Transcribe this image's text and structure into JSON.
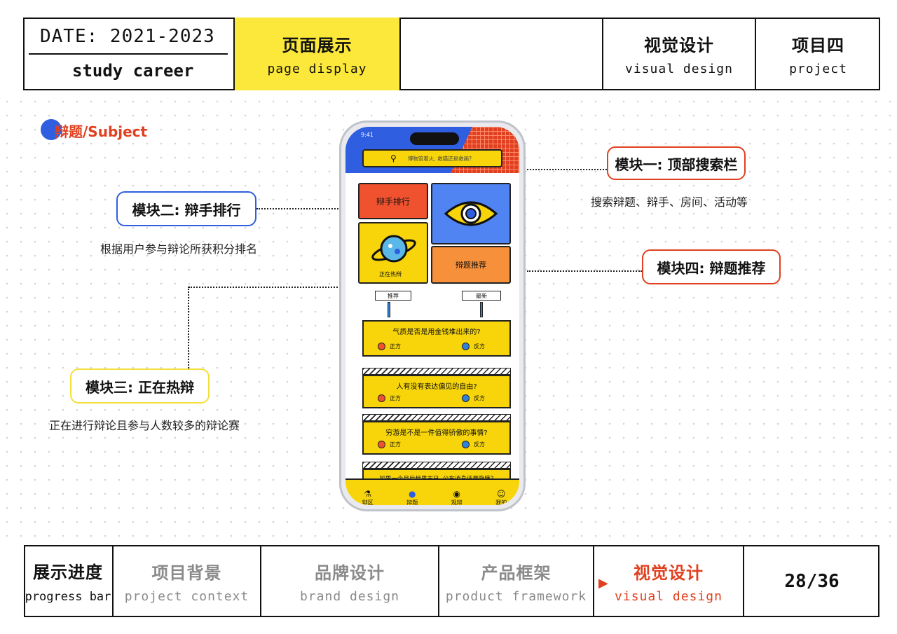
{
  "header": {
    "date": "DATE: 2021-2023",
    "study": "study career",
    "page_cn": "页面展示",
    "page_en": "page display",
    "visual_cn": "视觉设计",
    "visual_en": "visual design",
    "project_cn": "项目四",
    "project_en": "project"
  },
  "section": {
    "title": "辩题/Subject"
  },
  "callouts": {
    "module1": {
      "label": "模块一: 顶部搜索栏",
      "desc": "搜索辩题、辩手、房间、活动等"
    },
    "module2": {
      "label": "模块二: 辩手排行",
      "desc": "根据用户参与辩论所获积分排名"
    },
    "module3": {
      "label": "模块三: 正在热辩",
      "desc": "正在进行辩论且参与人数较多的辩论赛"
    },
    "module4": {
      "label": "模块四: 辩题推荐",
      "desc": ""
    }
  },
  "phone": {
    "time": "9:41",
    "search_placeholder": "博物馆着火, 救猫还是救画?",
    "rank_label": "辩手排行",
    "hot_label": "正在热辩",
    "recommend_label": "辩题推荐",
    "sign_recommend": "推荐",
    "sign_latest": "最新",
    "questions": [
      {
        "title": "气质是否是用金钱堆出来的?",
        "pro": "正方",
        "con": "反方"
      },
      {
        "title": "人有没有表达偏见的自由?",
        "pro": "正方",
        "con": "反方"
      },
      {
        "title": "穷游是不是一件值得骄傲的事情?",
        "pro": "正方",
        "con": "反方"
      },
      {
        "title": "如果一个月后世界末日, 公布消息还是隐瞒?"
      }
    ],
    "nav": [
      "辩区",
      "辩题",
      "观辩",
      "我的"
    ]
  },
  "footer": {
    "progress_cn": "展示进度",
    "progress_en": "progress bar",
    "steps": [
      {
        "cn": "项目背景",
        "en": "project context"
      },
      {
        "cn": "品牌设计",
        "en": "brand design"
      },
      {
        "cn": "产品框架",
        "en": "product framework"
      },
      {
        "cn": "视觉设计",
        "en": "visual design"
      }
    ],
    "page": "28/36"
  },
  "colors": {
    "accent_red": "#e0401f",
    "yellow": "#fbe83a",
    "blue": "#2f5fe0",
    "gray_text": "#8a8a8a"
  }
}
